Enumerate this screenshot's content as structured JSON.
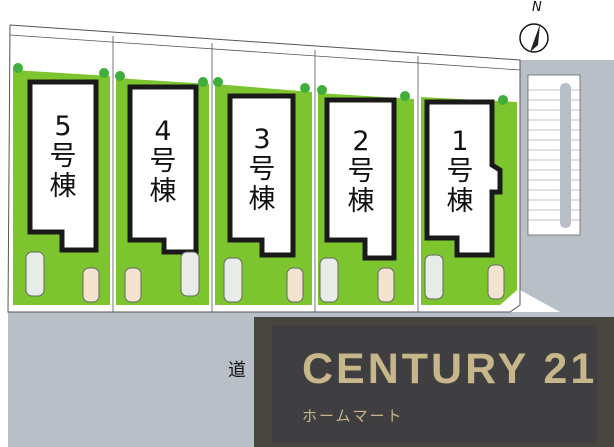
{
  "lots": [
    {
      "number": "5",
      "label": [
        "5",
        "号",
        "棟"
      ]
    },
    {
      "number": "4",
      "label": [
        "4",
        "号",
        "棟"
      ]
    },
    {
      "number": "3",
      "label": [
        "3",
        "号",
        "棟"
      ]
    },
    {
      "number": "2",
      "label": [
        "2",
        "号",
        "棟"
      ]
    },
    {
      "number": "1",
      "label": [
        "1",
        "号",
        "棟"
      ]
    }
  ],
  "road": {
    "label": "道"
  },
  "compass": {
    "label": "N"
  },
  "logo": {
    "title": "CENTURY 21",
    "subtitle": "ホームマート"
  },
  "colors": {
    "lawn": "#7cc52e",
    "road": "#b9bfc6",
    "logo_bg": "#3f3e41",
    "logo_text": "#c7b68a"
  }
}
